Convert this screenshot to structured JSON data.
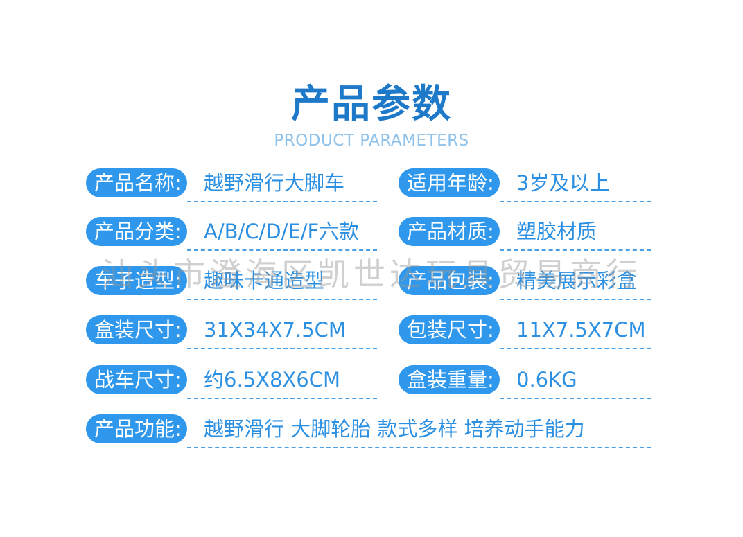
{
  "header": {
    "title": "产品参数",
    "subtitle": "PRODUCT PARAMETERS"
  },
  "params": [
    {
      "label": "产品名称:",
      "value": "越野滑行大脚车"
    },
    {
      "label": "适用年龄:",
      "value": "3岁及以上"
    },
    {
      "label": "产品分类:",
      "value": "A/B/C/D/E/F六款"
    },
    {
      "label": "产品材质:",
      "value": "塑胶材质"
    },
    {
      "label": "车子造型:",
      "value": "趣味卡通造型"
    },
    {
      "label": "产品包装:",
      "value": "精美展示彩盒"
    },
    {
      "label": "盒装尺寸:",
      "value": "31X34X7.5CM"
    },
    {
      "label": "包装尺寸:",
      "value": "11X7.5X7CM"
    },
    {
      "label": "战车尺寸:",
      "value": "约6.5X8X6CM"
    },
    {
      "label": "盒装重量:",
      "value": "0.6KG"
    },
    {
      "label": "产品功能:",
      "value": "越野滑行 大脚轮胎 款式多样 培养动手能力"
    }
  ],
  "watermark": "汕头市澄海区凯世达玩具贸易商行",
  "colors": {
    "title": "#1e79c8",
    "subtitle": "#8ec2ea",
    "pill": "#2f98ec",
    "value": "#2b8fe2",
    "dash": "#4aa0e6"
  }
}
